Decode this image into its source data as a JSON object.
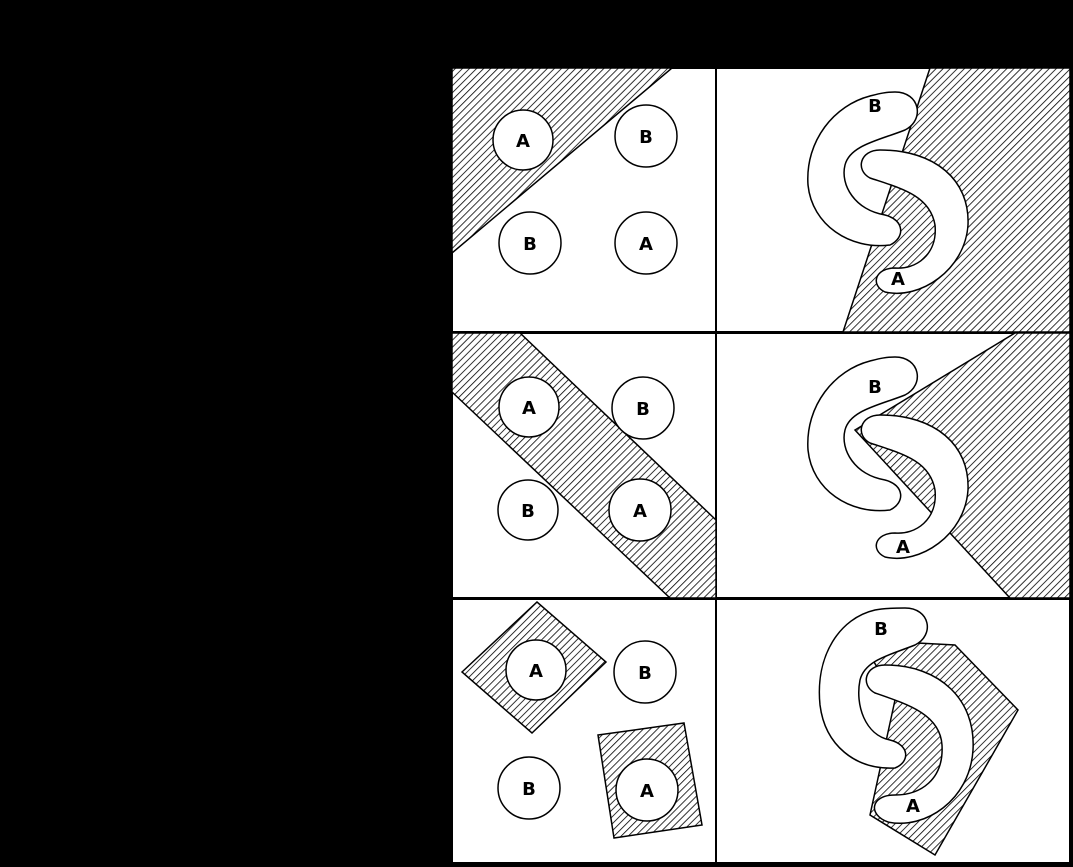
{
  "colors": {
    "background": "#000000",
    "panel": "#ffffff",
    "hatch_fill": "#ffffff",
    "hatch_line": "#000000",
    "outline": "#000000"
  },
  "panels": [
    {
      "id": "row1-left",
      "shape": "circles",
      "items": [
        {
          "label": "A"
        },
        {
          "label": "B"
        },
        {
          "label": "B"
        },
        {
          "label": "A"
        }
      ]
    },
    {
      "id": "row1-right",
      "shape": "s-curve",
      "items": [
        {
          "label": "B"
        },
        {
          "label": "A"
        }
      ]
    },
    {
      "id": "row2-left",
      "shape": "circles",
      "items": [
        {
          "label": "A"
        },
        {
          "label": "B"
        },
        {
          "label": "B"
        },
        {
          "label": "A"
        }
      ]
    },
    {
      "id": "row2-right",
      "shape": "s-curve",
      "items": [
        {
          "label": "B"
        },
        {
          "label": "A"
        }
      ]
    },
    {
      "id": "row3-left",
      "shape": "circles",
      "items": [
        {
          "label": "A"
        },
        {
          "label": "B"
        },
        {
          "label": "B"
        },
        {
          "label": "A"
        }
      ]
    },
    {
      "id": "row3-right",
      "shape": "s-curve",
      "items": [
        {
          "label": "B"
        },
        {
          "label": "A"
        }
      ]
    }
  ]
}
